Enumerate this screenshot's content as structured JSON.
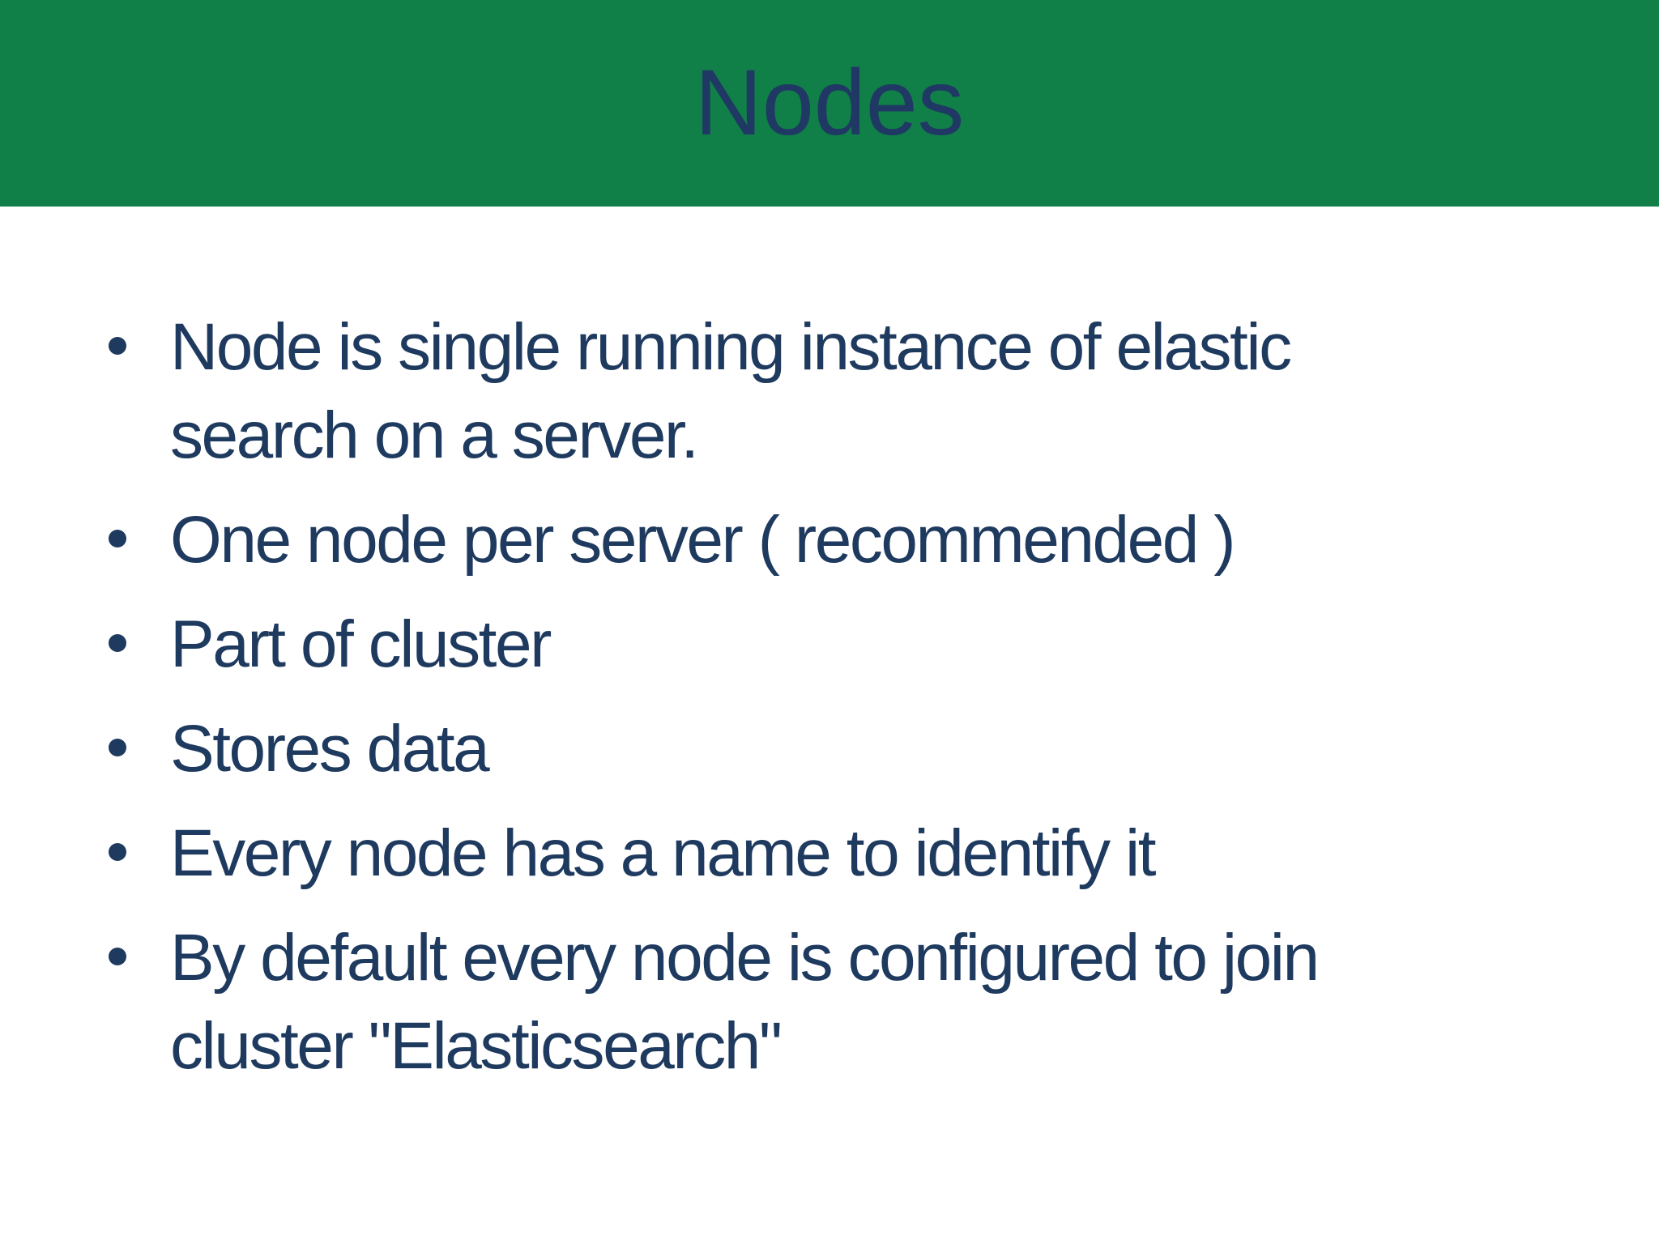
{
  "slide": {
    "title": "Nodes",
    "bullets": [
      [
        "Node is single running instance of elastic",
        "search on a server."
      ],
      [
        "One node per server ( recommended )"
      ],
      [
        "Part of cluster"
      ],
      [
        "Stores data"
      ],
      [
        "Every node has a name to identify it"
      ],
      [
        "By default every node is configured to join",
        "cluster \"Elasticsearch\""
      ]
    ],
    "colors": {
      "header_bg": "#117F48",
      "title_text": "#1F3864",
      "body_text": "#1F3A5F",
      "slide_bg": "#FFFFFF"
    }
  }
}
